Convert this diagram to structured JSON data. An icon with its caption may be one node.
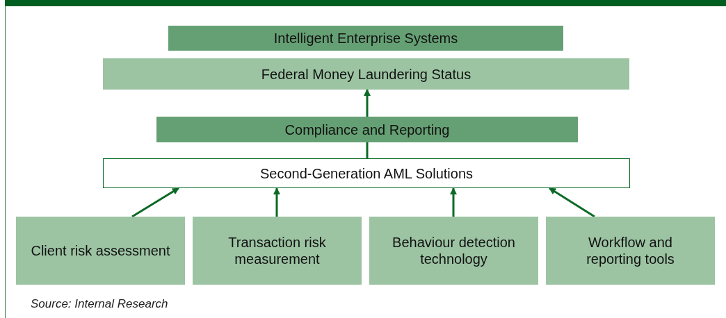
{
  "diagram": {
    "caption": "Source: Internal Research",
    "nodes": [
      {
        "text": [
          "Intelligent Enterprise Systems"
        ]
      },
      {
        "text": [
          "Federal Money Laundering Status"
        ]
      },
      {
        "text": [
          "Compliance and Reporting"
        ]
      },
      {
        "text": [
          "Second-Generation AML Solutions"
        ]
      },
      {
        "text": [
          "Client risk assessment"
        ]
      },
      {
        "text": [
          "Transaction risk measurement"
        ]
      },
      {
        "text": [
          "Behaviour detection technology"
        ]
      },
      {
        "text": [
          "Workflow and reporting tools"
        ]
      }
    ],
    "edges": [
      {
        "from": 3,
        "to": 2,
        "arrow": "none"
      },
      {
        "from": 2,
        "to": 1,
        "arrow": "to"
      },
      {
        "from": 4,
        "to": 3,
        "arrow": "to"
      },
      {
        "from": 5,
        "to": 3,
        "arrow": "to"
      },
      {
        "from": 6,
        "to": 3,
        "arrow": "to"
      },
      {
        "from": 7,
        "to": 3,
        "arrow": "to"
      }
    ]
  }
}
